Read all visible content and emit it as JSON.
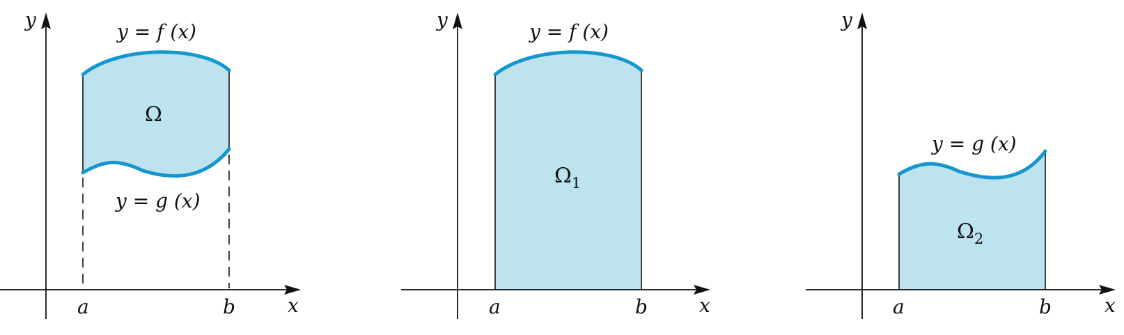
{
  "panels": [
    {
      "id": "combined",
      "region_label": "Ω",
      "region_subscript": "",
      "top_curve_label": "y = f (x)",
      "bottom_curve_label": "y = g (x)",
      "x_axis_label": "x",
      "y_axis_label": "y",
      "tick_a": "a",
      "tick_b": "b"
    },
    {
      "id": "under-f",
      "region_label": "Ω",
      "region_subscript": "1",
      "top_curve_label": "y = f (x)",
      "x_axis_label": "x",
      "y_axis_label": "y",
      "tick_a": "a",
      "tick_b": "b"
    },
    {
      "id": "under-g",
      "region_label": "Ω",
      "region_subscript": "2",
      "top_curve_label": "y = g (x)",
      "x_axis_label": "x",
      "y_axis_label": "y",
      "tick_a": "a",
      "tick_b": "b"
    }
  ],
  "colors": {
    "region_fill": "#bde3ee",
    "curve_stroke": "#1596cf",
    "axis": "#111111"
  }
}
